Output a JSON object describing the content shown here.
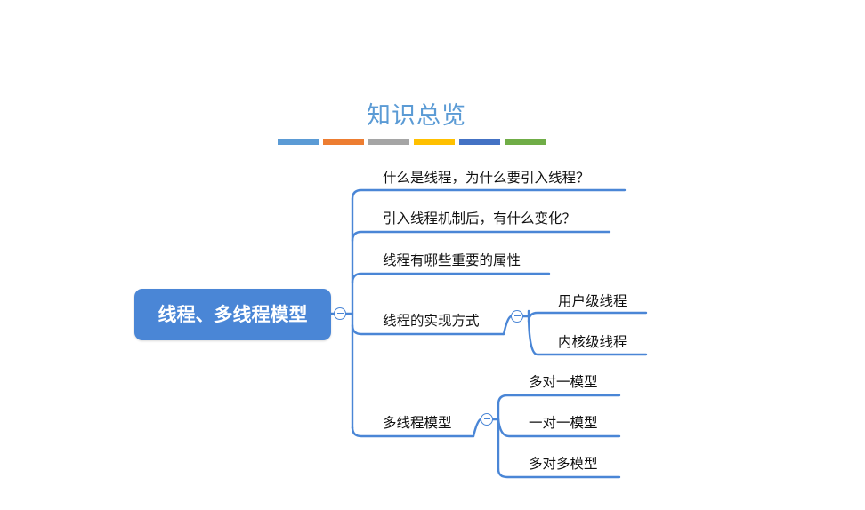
{
  "title": "知识总览",
  "color_bars": [
    "#5b9bd5",
    "#ed7d31",
    "#a5a5a5",
    "#ffc000",
    "#4472c4",
    "#70ad47"
  ],
  "root": {
    "label": "线程、多线程模型"
  },
  "branches": [
    {
      "label": "什么是线程，为什么要引入线程？"
    },
    {
      "label": "引入线程机制后，有什么变化？"
    },
    {
      "label": "线程有哪些重要的属性"
    },
    {
      "label": "线程的实现方式",
      "children": [
        {
          "label": "用户级线程"
        },
        {
          "label": "内核级线程"
        }
      ]
    },
    {
      "label": "多线程模型",
      "children": [
        {
          "label": "多对一模型"
        },
        {
          "label": "一对一模型"
        },
        {
          "label": "多对多模型"
        }
      ]
    }
  ],
  "line_color": "#4a86d6"
}
